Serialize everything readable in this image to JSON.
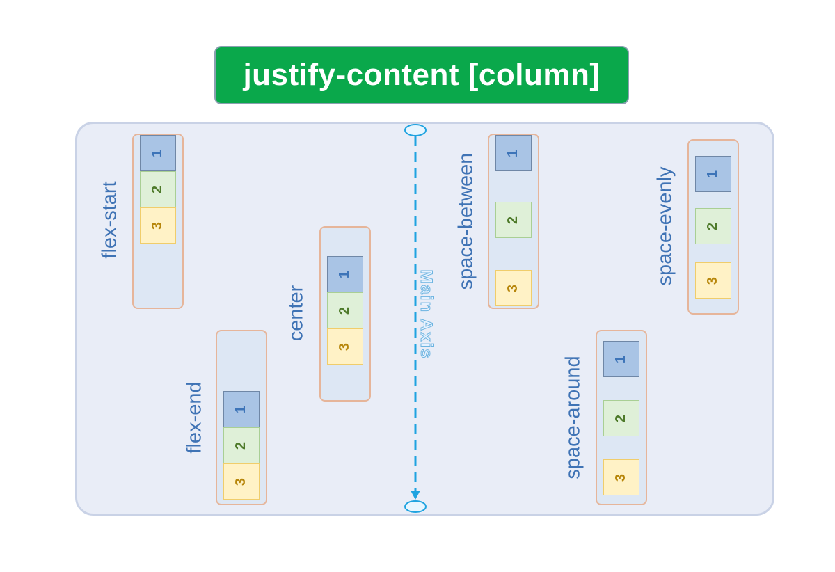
{
  "title": "justify-content [column]",
  "axis": {
    "label": "Main Axis",
    "line_color": "#1fa3e0"
  },
  "examples": {
    "flex_start": {
      "label": "flex-start",
      "items": [
        "1",
        "2",
        "3"
      ]
    },
    "flex_end": {
      "label": "flex-end",
      "items": [
        "1",
        "2",
        "3"
      ]
    },
    "center": {
      "label": "center",
      "items": [
        "1",
        "2",
        "3"
      ]
    },
    "space_between": {
      "label": "space-between",
      "items": [
        "1",
        "2",
        "3"
      ]
    },
    "space_around": {
      "label": "space-around",
      "items": [
        "1",
        "2",
        "3"
      ]
    },
    "space_evenly": {
      "label": "space-evenly",
      "items": [
        "1",
        "2",
        "3"
      ]
    }
  },
  "colors": {
    "title_bg": "#0aa84b",
    "item1": "#a9c4e5",
    "item2": "#dff0d8",
    "item3": "#fff2c6",
    "label_text": "#3f73b5"
  }
}
